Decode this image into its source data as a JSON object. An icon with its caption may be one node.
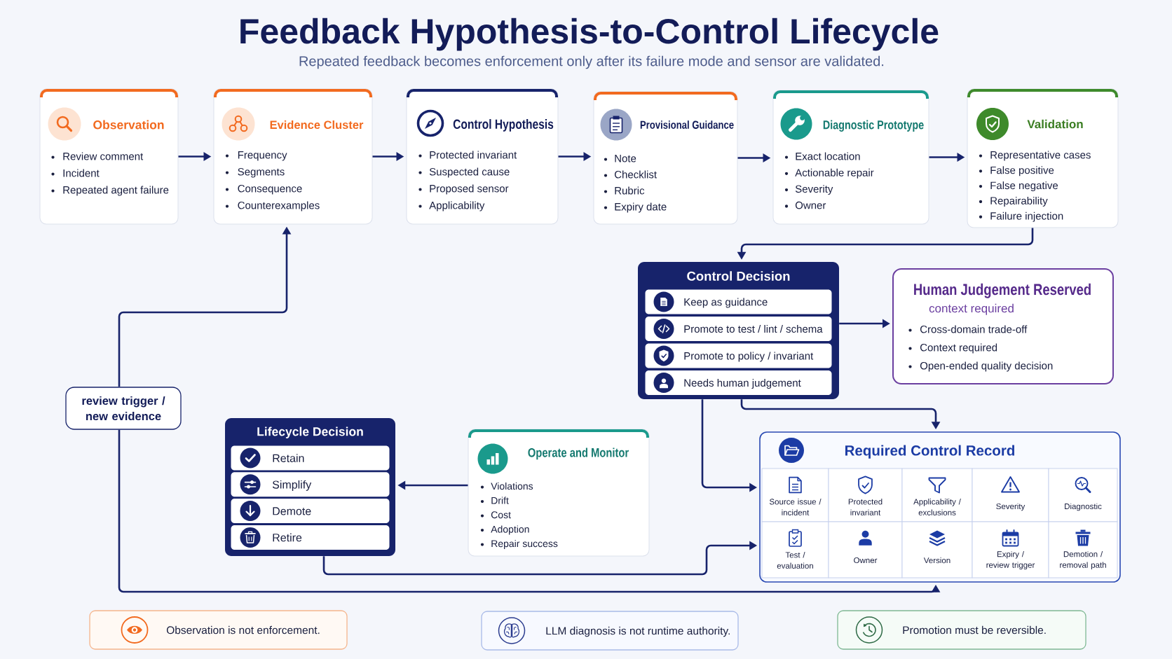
{
  "diagram": {
    "title": "Feedback Hypothesis-to-Control Lifecycle",
    "nodes": [
      {
        "text": [
          "Observation",
          "Review comment",
          "Incident",
          "Repeated agent failure"
        ]
      },
      {
        "text": [
          "Evidence Cluster",
          "Frequency",
          "Segments",
          "Consequence",
          "Counterexamples"
        ]
      },
      {
        "text": [
          "Control Hypothesis",
          "Protected invariant",
          "Suspected cause",
          "Proposed sensor",
          "Applicability"
        ]
      },
      {
        "text": [
          "Provisional Guidance",
          "Note",
          "Checklist",
          "Rubric",
          "Expiry date"
        ]
      },
      {
        "text": [
          "Diagnostic Prototype",
          "Exact location",
          "Actionable repair",
          "Severity",
          "Owner"
        ]
      },
      {
        "text": [
          "Validation",
          "Representative cases",
          "False positive",
          "False negative",
          "Repairability",
          "Failure injection"
        ]
      },
      {
        "text": [
          "Control Decision"
        ]
      },
      {
        "text": [
          "Keep as guidance"
        ],
        "in": 6
      },
      {
        "text": [
          "Promote to test / lint / schema"
        ],
        "in": 6
      },
      {
        "text": [
          "Promote to policy / invariant"
        ],
        "in": 6
      },
      {
        "text": [
          "Needs human judgement"
        ],
        "in": 6
      },
      {
        "text": [
          "Human Judgement Reserved",
          "context required",
          "Cross-domain trade-off",
          "Context required",
          "Open-ended quality decision"
        ]
      },
      {
        "text": [
          "review trigger / new evidence"
        ]
      },
      {
        "text": [
          "Lifecycle Decision"
        ]
      },
      {
        "text": [
          "Retain"
        ],
        "in": 13
      },
      {
        "text": [
          "Simplify"
        ],
        "in": 13
      },
      {
        "text": [
          "Demote"
        ],
        "in": 13
      },
      {
        "text": [
          "Retire"
        ],
        "in": 13
      },
      {
        "text": [
          "Operate and Monitor",
          "Violations",
          "Drift",
          "Cost",
          "Adoption",
          "Repair success"
        ]
      },
      {
        "text": [
          "Required Control Record"
        ]
      },
      {
        "text": [
          "Source issue / incident"
        ],
        "in": 19
      },
      {
        "text": [
          "Protected invariant"
        ],
        "in": 19
      },
      {
        "text": [
          "Applicability / exclusions"
        ],
        "in": 19
      },
      {
        "text": [
          "Severity"
        ],
        "in": 19
      },
      {
        "text": [
          "Diagnostic"
        ],
        "in": 19
      },
      {
        "text": [
          "Test / evaluation"
        ],
        "in": 19
      },
      {
        "text": [
          "Owner"
        ],
        "in": 19
      },
      {
        "text": [
          "Version"
        ],
        "in": 19
      },
      {
        "text": [
          "Expiry / review trigger"
        ],
        "in": 19
      },
      {
        "text": [
          "Demotion / removal path"
        ],
        "in": 19
      },
      {
        "text": [
          "Observation is not enforcement."
        ]
      },
      {
        "text": [
          "LLM diagnosis is not runtime authority."
        ]
      },
      {
        "text": [
          "Promotion must be reversible."
        ]
      }
    ],
    "edges": [
      {
        "from": 0,
        "to": 1,
        "arrow": "to"
      },
      {
        "from": 1,
        "to": 2,
        "arrow": "to"
      },
      {
        "from": 2,
        "to": 3,
        "arrow": "to"
      },
      {
        "from": 3,
        "to": 4,
        "arrow": "to"
      },
      {
        "from": 4,
        "to": 5,
        "arrow": "to"
      },
      {
        "from": 5,
        "to": 6,
        "arrow": "to"
      },
      {
        "from": 6,
        "to": 11,
        "arrow": "to"
      },
      {
        "from": 6,
        "to": 19,
        "arrow": "to"
      },
      {
        "from": 6,
        "to": 19,
        "arrow": "to"
      },
      {
        "from": 18,
        "to": 13,
        "arrow": "to"
      },
      {
        "from": 13,
        "to": 19,
        "arrow": "to"
      },
      {
        "from": 12,
        "to": 1,
        "arrow": "to"
      },
      {
        "from": 12,
        "to": 19,
        "arrow": "to"
      }
    ],
    "labels": [
      "Repeated feedback becomes enforcement only after its failure mode and sensor are validated."
    ]
  }
}
